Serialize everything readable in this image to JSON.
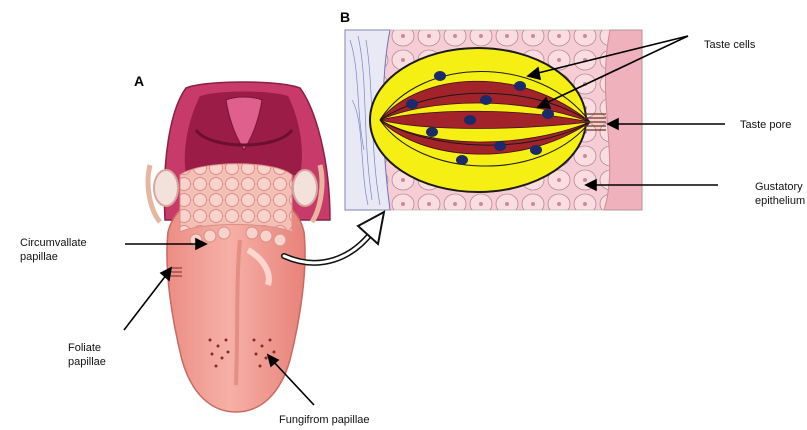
{
  "panels": {
    "a": "A",
    "b": "B"
  },
  "labels": {
    "circumvallate_line1": "Circumvallate",
    "circumvallate_line2": "papillae",
    "foliate_line1": "Foliate",
    "foliate_line2": "papillae",
    "fungiform": "Fungifrom  papillae",
    "taste_cells": "Taste cells",
    "taste_pore": "Taste pore",
    "gustatory_line1": "Gustatory",
    "gustatory_line2": "epithelium"
  },
  "colors": {
    "tongue": "#f2a59a",
    "tongue_dark": "#e07c72",
    "mouth_roof": "#b8235a",
    "mouth_dark": "#7a1538",
    "tissue": "#f6cdd4",
    "taste_bud_yellow": "#f6ef14",
    "taste_bud_red": "#a3232a",
    "nucleus": "#1a2a6b"
  }
}
